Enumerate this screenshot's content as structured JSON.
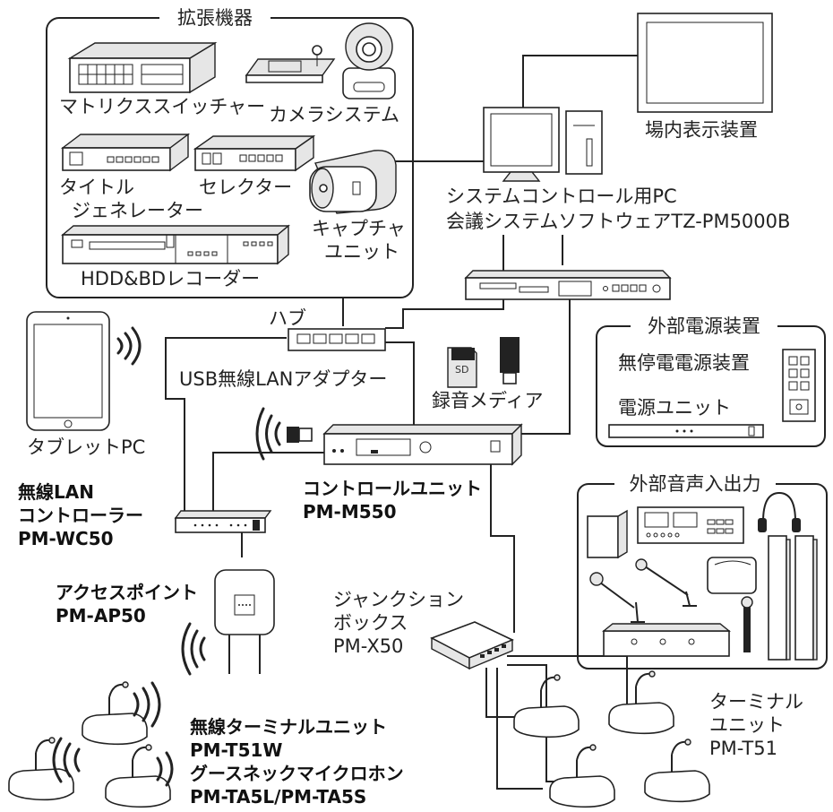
{
  "groups": {
    "expansion": "拡張機器",
    "external_power": "外部電源装置",
    "external_audio": "外部音声入出力"
  },
  "devices": {
    "matrix_switcher": "マトリクススイッチャー",
    "camera_system": "カメラシステム",
    "title_gen_1": "タイトル",
    "title_gen_2": "ジェネレーター",
    "selector": "セレクター",
    "capture_1": "キャプチャ",
    "capture_2": "ユニット",
    "hdd_bd": "HDD&BDレコーダー",
    "venue_display": "場内表示装置",
    "pc_1": "システムコントロール用PC",
    "pc_2": "会議システムソフトウェアTZ-PM5000B",
    "hub": "ハブ",
    "usb_adapter": "USB無線LANアダプター",
    "recording_media": "録音メディア",
    "sd_text": "SD",
    "tablet": "タブレットPC",
    "ups": "無停電電源装置",
    "power_unit": "電源ユニット",
    "control_unit_1": "コントロールユニット",
    "control_unit_2": "PM-M550",
    "wlan_1": "無線LAN",
    "wlan_2": "コントローラー",
    "wlan_3": "PM-WC50",
    "ap_1": "アクセスポイント",
    "ap_2": "PM-AP50",
    "junction_1": "ジャンクション",
    "junction_2": "ボックス",
    "junction_3": "PM-X50",
    "terminal_1": "ターミナル",
    "terminal_2": "ユニット",
    "terminal_3": "PM-T51",
    "wireless_1": "無線ターミナルユニット",
    "wireless_2": "PM-T51W",
    "wireless_3": "グースネックマイクロホン",
    "wireless_4": "PM-TA5L/PM-TA5S"
  },
  "colors": {
    "line": "#222222",
    "device_fill": "#ffffff",
    "device_shade": "#e6e6e6"
  },
  "icons": [
    "tablet-icon",
    "wifi-waves-icon",
    "usb-dongle-icon",
    "sd-card-icon",
    "usb-stick-icon",
    "microphone-icon",
    "headphones-icon",
    "speaker-icon",
    "amplifier-icon",
    "conference-mic-icon"
  ]
}
